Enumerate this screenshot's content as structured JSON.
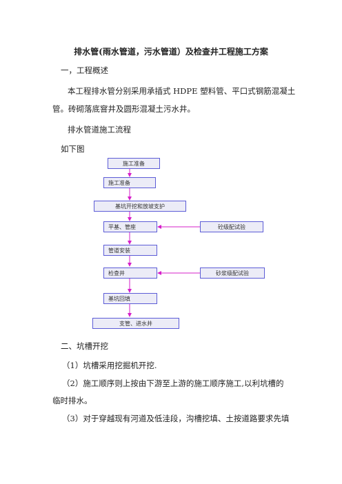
{
  "title": "排水管(雨水管道，污水管道）及检查井工程施工方案",
  "section1": {
    "heading": "一，工程概述",
    "para1_line1": "本工程排水管分别采用承插式 HDPE 塑料管、平口式钢筋混凝土",
    "para1_line2": "管。砖砌落底窨井及圆形混凝土污水井。",
    "flow_heading": "排水管道施工流程",
    "flow_caption": "如下图"
  },
  "flowchart": {
    "steps": [
      "施工准备",
      "施工准备",
      "基坑开挖和放坡支护",
      "平基、管座",
      "管道安装",
      "检查井",
      "基坑回填",
      "支管、进水井"
    ],
    "side_inputs": [
      "砼级配试验",
      "砂浆级配试验"
    ],
    "line_color": "#d61fc9",
    "box_border": "#5b5bd6"
  },
  "section2": {
    "heading": "二、坑槽开挖",
    "item1": "（1）坑槽采用挖掘机开挖.",
    "item2_line1": "（2）施工顺序则上按由下游至上游的施工顺序施工,以利坑槽的",
    "item2_line2": "临时排水。",
    "item3_line1": "（3）对于穿越现有河道及低洼段，沟槽挖填、土按道路要求先填"
  }
}
